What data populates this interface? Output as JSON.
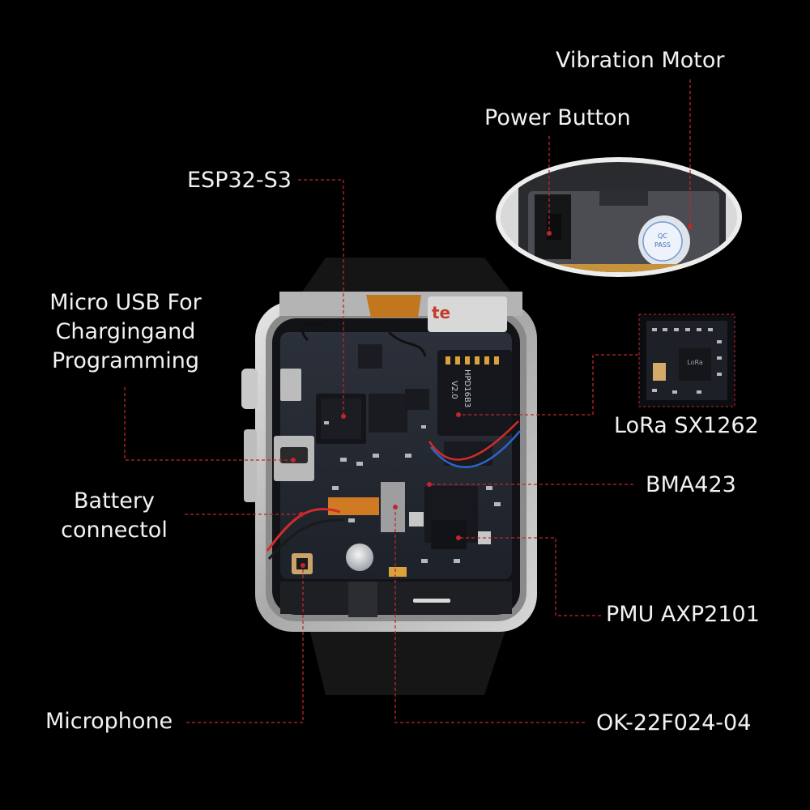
{
  "labels": {
    "vibration_motor": "Vibration Motor",
    "power_button": "Power Button",
    "esp32": "ESP32-S3",
    "micro_usb": "Micro USB For Chargingand Programming",
    "lora": "LoRa SX1262",
    "bma423": "BMA423",
    "battery": "Battery connectol",
    "pmu": "PMU AXP2101",
    "microphone": "Microphone",
    "ok": "OK-22F024-04"
  },
  "board_text": {
    "display_module": "HPD16B3",
    "display_version": "V2.0",
    "flex_tag": "te",
    "qc_line1": "QC",
    "qc_line2": "PASS",
    "lora_chip_line1": "LoRa"
  },
  "colors": {
    "background": "#000000",
    "leader": "#c0262e",
    "text": "#f2f2f2"
  }
}
